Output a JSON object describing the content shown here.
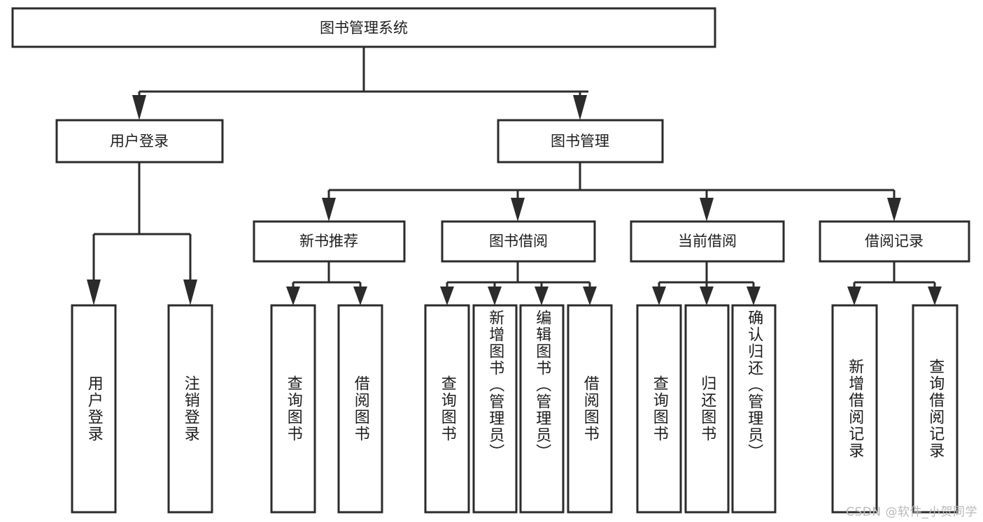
{
  "diagram": {
    "type": "hierarchy-tree",
    "title": "图书管理系统",
    "orientation": "top-down",
    "levels": 4,
    "style": {
      "box_fill": "#ffffff",
      "box_stroke": "#2b2b2b",
      "text_color": "#1d1d1d",
      "background": "#ffffff"
    }
  },
  "root": {
    "label": "图书管理系统"
  },
  "level2": [
    {
      "id": "user-login",
      "label": "用户登录"
    },
    {
      "id": "book-management",
      "label": "图书管理"
    }
  ],
  "level3": [
    {
      "id": "new-book-recommend",
      "label": "新书推荐",
      "parent": "book-management"
    },
    {
      "id": "book-borrow",
      "label": "图书借阅",
      "parent": "book-management"
    },
    {
      "id": "current-borrow",
      "label": "当前借阅",
      "parent": "book-management"
    },
    {
      "id": "borrow-record",
      "label": "借阅记录",
      "parent": "book-management"
    }
  ],
  "leaves": {
    "user_login": [
      {
        "id": "leaf-user-login",
        "label": "用户登录"
      },
      {
        "id": "leaf-logout-login",
        "label": "注销登录"
      }
    ],
    "new_book_recommend": [
      {
        "id": "leaf-query-book-1",
        "label": "查询图书"
      },
      {
        "id": "leaf-borrow-book-1",
        "label": "借阅图书"
      }
    ],
    "book_borrow": [
      {
        "id": "leaf-query-book-2",
        "label": "查询图书"
      },
      {
        "id": "leaf-add-book",
        "label": "新增图书（管理员）"
      },
      {
        "id": "leaf-edit-book",
        "label": "编辑图书（管理员）"
      },
      {
        "id": "leaf-borrow-book-2",
        "label": "借阅图书"
      }
    ],
    "current_borrow": [
      {
        "id": "leaf-query-book-3",
        "label": "查询图书"
      },
      {
        "id": "leaf-return-book",
        "label": "归还图书"
      },
      {
        "id": "leaf-confirm-return",
        "label": "确认归还（管理员）"
      }
    ],
    "borrow_record": [
      {
        "id": "leaf-add-record",
        "label": "新增借阅记录"
      },
      {
        "id": "leaf-query-record",
        "label": "查询借阅记录"
      }
    ]
  },
  "watermark": {
    "text": "CSDN @软件_小贺同学"
  }
}
